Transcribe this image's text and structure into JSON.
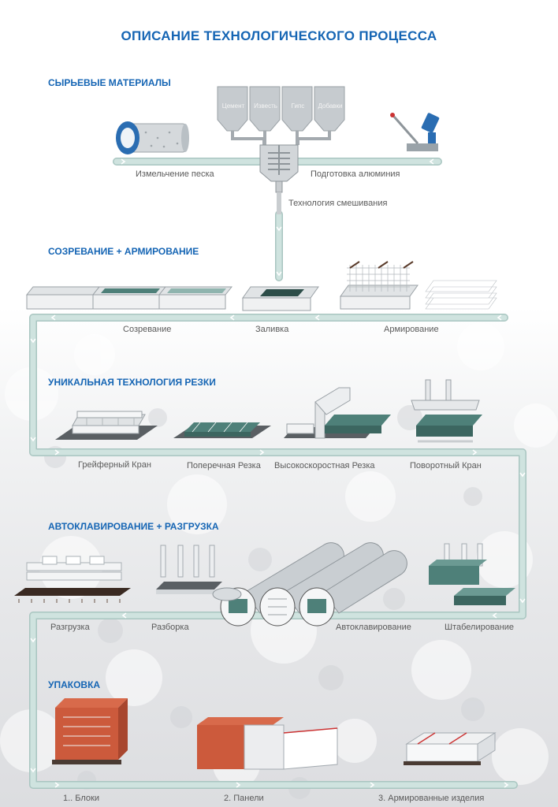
{
  "title": "ОПИСАНИЕ ТЕХНОЛОГИЧЕСКОГО ПРОЦЕССА",
  "colors": {
    "accent_blue": "#1565b4",
    "pipe": "#c7dcd8",
    "pipe_edge": "#a9c6c1",
    "panel_green": "#4e8079",
    "brick": "#cc5a3c"
  },
  "sections": {
    "raw": "СЫРЬЕВЫЕ МАТЕРИАЛЫ",
    "maturation": "СОЗРЕВАНИЕ + АРМИРОВАНИЕ",
    "cutting": "УНИКАЛЬНАЯ ТЕХНОЛОГИЯ РЕЗКИ",
    "autoclave": "АВТОКЛАВИРОВАНИЕ + РАЗГРУЗКА",
    "packing": "УПАКОВКА"
  },
  "silos": [
    "Цемент",
    "Известь",
    "Гипс",
    "Добавки"
  ],
  "labels": {
    "sand": "Измельчение песка",
    "aluminium": "Подготовка алюминия",
    "mixing": "Технология смешивания",
    "maturation": "Созревание",
    "pouring": "Заливка",
    "reinforcement": "Армирование",
    "grab_crane": "Грейферный Кран",
    "cross_cut": "Поперечная Резка",
    "hs_cut": "Высокоскоростная Резка",
    "rotary_crane": "Поворотный Кран",
    "unloading": "Разгрузка",
    "disassembly": "Разборка",
    "autoclaving": "Автоклавирование",
    "stacking": "Штабелирование",
    "blocks": "1.. Блоки",
    "panels": "2. Панели",
    "reinforced": "3. Армированные изделия"
  }
}
